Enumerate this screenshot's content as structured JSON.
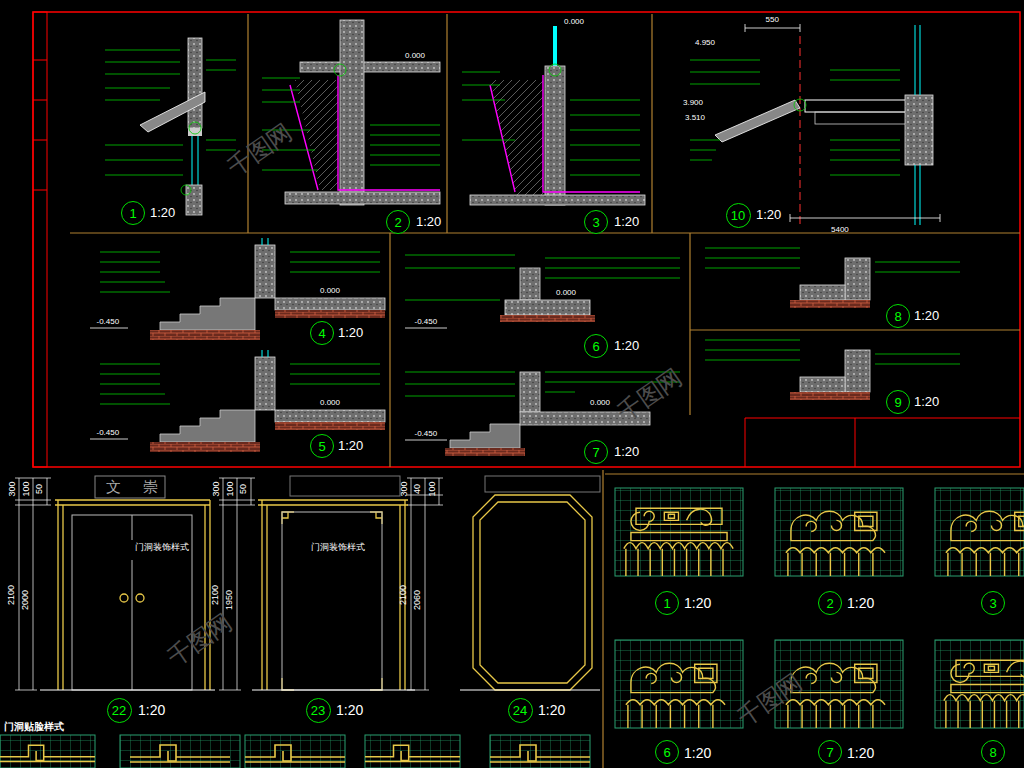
{
  "diagram": {
    "nodes": [
      {
        "text": [
          "1"
        ]
      },
      {
        "text": [
          "2"
        ]
      },
      {
        "text": [
          "3"
        ]
      },
      {
        "text": [
          "10"
        ]
      },
      {
        "text": [
          "4"
        ]
      },
      {
        "text": [
          "6"
        ]
      },
      {
        "text": [
          "8"
        ]
      },
      {
        "text": [
          "5"
        ]
      },
      {
        "text": [
          "7"
        ]
      },
      {
        "text": [
          "9"
        ]
      },
      {
        "text": [
          "22"
        ]
      },
      {
        "text": [
          "23"
        ]
      },
      {
        "text": [
          "24"
        ]
      },
      {
        "text": [
          "1"
        ]
      },
      {
        "text": [
          "2"
        ]
      },
      {
        "text": [
          "3"
        ]
      },
      {
        "text": [
          "6"
        ]
      },
      {
        "text": [
          "7"
        ]
      },
      {
        "text": [
          "8"
        ]
      }
    ],
    "labels": [
      "1:20",
      "1:20",
      "1:20",
      "1:20",
      "1:20",
      "1:20",
      "1:20",
      "1:20",
      "1:20",
      "1:20",
      "1:20",
      "1:20",
      "1:20",
      "1:20",
      "1:20",
      "1:20",
      "1:20",
      "0.000",
      "0.000",
      "0.000",
      "0.000",
      "0.000",
      "0.000",
      "-0.450",
      "-0.450",
      "-0.450",
      "-0.450",
      "4.950",
      "3.900",
      "3.510",
      "5400",
      "550",
      "300",
      "100",
      "50",
      "2100",
      "2000",
      "300",
      "100",
      "50",
      "2100",
      "1950",
      "300",
      "40",
      "100",
      "2100",
      "2060",
      "文",
      "崇",
      "门洞装饰样式",
      "门洞装饰样式",
      "门洞贴脸样式",
      "千图网",
      "千图网",
      "千图网",
      "千图网"
    ]
  }
}
